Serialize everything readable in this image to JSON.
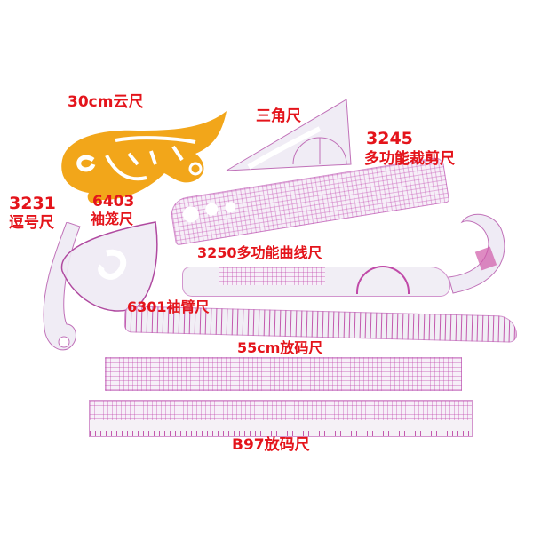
{
  "image": {
    "background": "#ffffff",
    "label_color": "#e4141b",
    "ruler_mark_color": "#c04aa8",
    "french_curve_color": "#f2a61a"
  },
  "labels": {
    "cloud_ruler": "30cm云尺",
    "triangle_ruler": "三角尺",
    "cutting_ruler_code": "3245",
    "cutting_ruler_name": "多功能裁剪尺",
    "comma_ruler_code": "3231",
    "comma_ruler_name": "逗号尺",
    "armhole_ruler_code": "6403",
    "armhole_ruler_name": "袖笼尺",
    "curve_ruler": "3250多功能曲线尺",
    "sleeve_ruler": "6301袖臂尺",
    "grading_ruler_55": "55cm放码尺",
    "grading_ruler_b97": "B97放码尺"
  }
}
